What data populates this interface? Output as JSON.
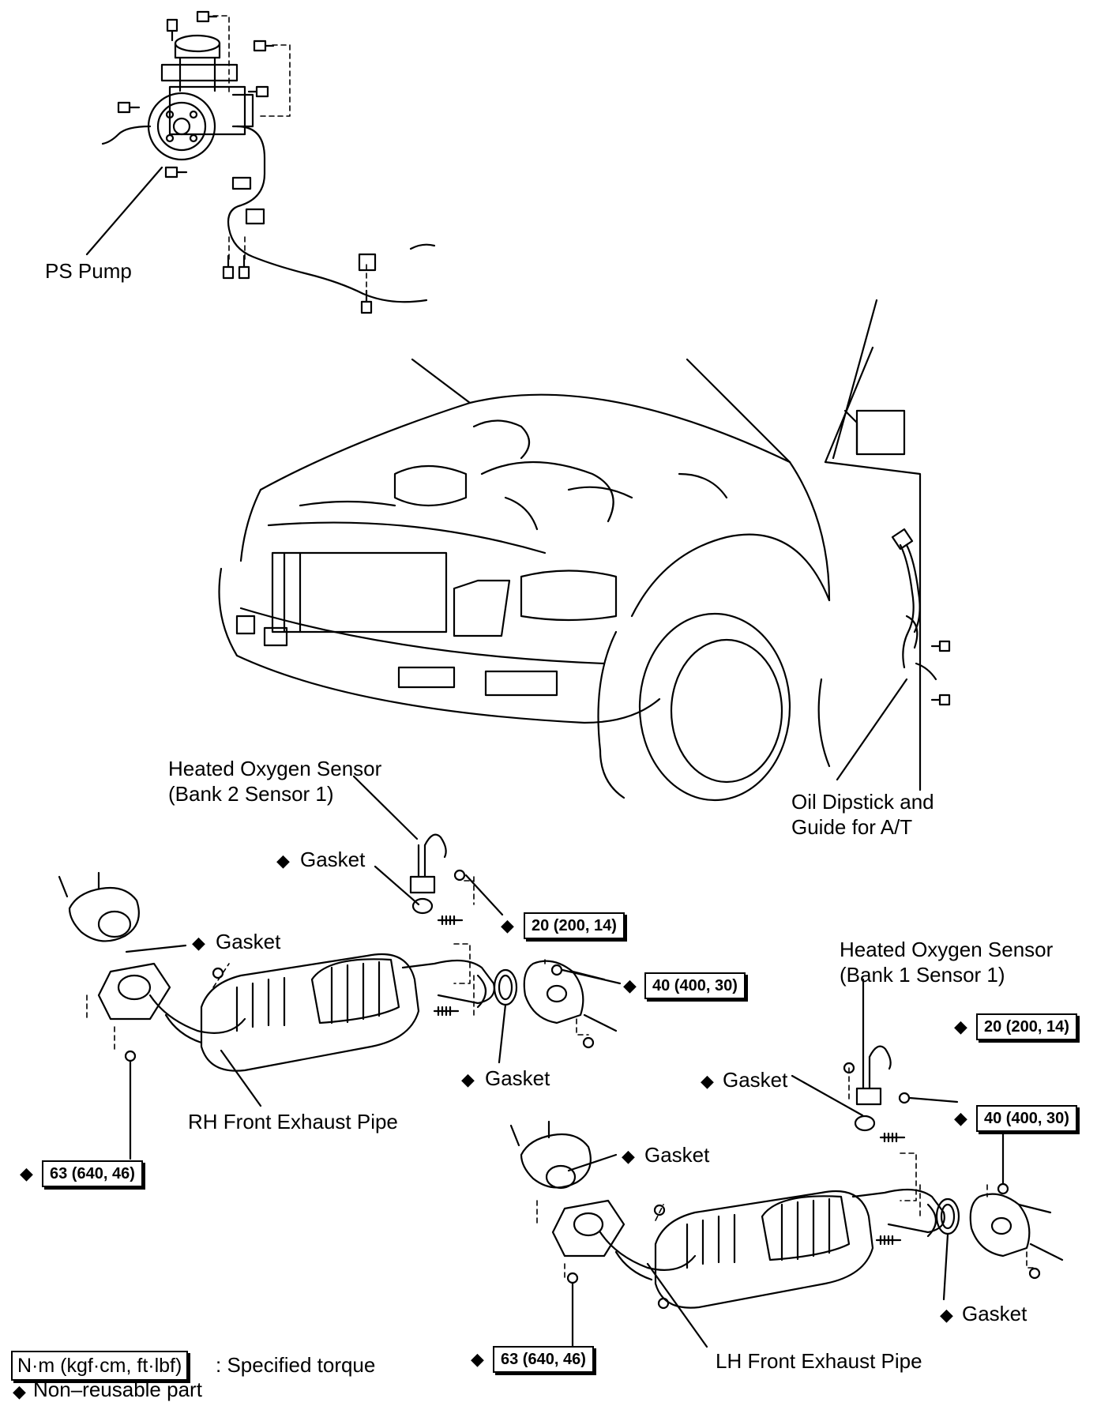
{
  "labels": {
    "ps_pump": "PS Pump",
    "hos_bank2_line1": "Heated Oxygen Sensor",
    "hos_bank2_line2": "(Bank 2 Sensor 1)",
    "hos_bank1_line1": "Heated Oxygen Sensor",
    "hos_bank1_line2": "(Bank 1 Sensor 1)",
    "oil_dipstick_line1": "Oil Dipstick and",
    "oil_dipstick_line2": "Guide for A/T",
    "gasket": "Gasket",
    "rh_front_exhaust_pipe": "RH Front Exhaust Pipe",
    "lh_front_exhaust_pipe": "LH Front Exhaust Pipe"
  },
  "torque_specs": {
    "upper_sensor": "20 (200, 14)",
    "upper_flange": "40 (400, 30)",
    "lower_sensor": "20 (200, 14)",
    "lower_flange": "40 (400, 30)",
    "rh_manifold": "63 (640, 46)",
    "lh_manifold": "63 (640, 46)"
  },
  "legend": {
    "torque_unit_box": "N·m (kgf·cm, ft·lbf)",
    "torque_text": ": Specified torque",
    "non_reusable_text": "Non–reusable part"
  },
  "symbols": {
    "non_reusable": "◆"
  }
}
